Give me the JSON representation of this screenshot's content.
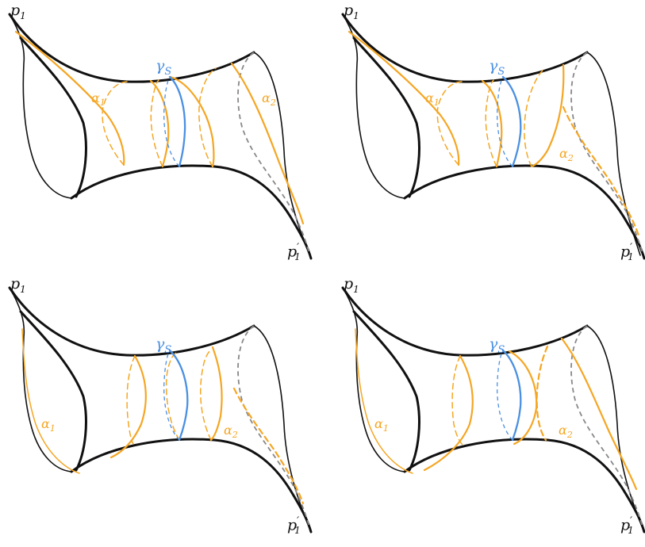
{
  "figure": {
    "panels": [
      {
        "id": "top-left",
        "labels": {
          "p1": "p",
          "p1_sub": "1",
          "p1_prime": "p",
          "p1_prime_sub": "1",
          "p1_prime_mark": "′",
          "gamma": "γ",
          "gamma_sub": "S",
          "alpha1": "α",
          "alpha1_sub": "1",
          "alpha2": "α",
          "alpha2_sub": "2"
        }
      },
      {
        "id": "top-right",
        "labels": {
          "p1": "p",
          "p1_sub": "1",
          "p1_prime": "p",
          "p1_prime_sub": "1",
          "p1_prime_mark": "′",
          "gamma": "γ",
          "gamma_sub": "S",
          "alpha1": "α",
          "alpha1_sub": "1",
          "alpha2": "α",
          "alpha2_sub": "2"
        }
      },
      {
        "id": "bottom-left",
        "labels": {
          "p1": "p",
          "p1_sub": "1",
          "p1_prime": "p",
          "p1_prime_sub": "1",
          "p1_prime_mark": "′",
          "gamma": "γ",
          "gamma_sub": "S",
          "alpha1": "α",
          "alpha1_sub": "1",
          "alpha2": "α",
          "alpha2_sub": "2"
        }
      },
      {
        "id": "bottom-right",
        "labels": {
          "p1": "p",
          "p1_sub": "1",
          "p1_prime": "p",
          "p1_prime_sub": "1",
          "p1_prime_mark": "′",
          "gamma": "γ",
          "gamma_sub": "S",
          "alpha1": "α",
          "alpha1_sub": "1",
          "alpha2": "α",
          "alpha2_sub": "2"
        }
      }
    ]
  },
  "colors": {
    "outline": "#111111",
    "alpha_curves": "#f5a623",
    "gamma_curve": "#4a90e2",
    "hidden_edge": "#888888"
  }
}
